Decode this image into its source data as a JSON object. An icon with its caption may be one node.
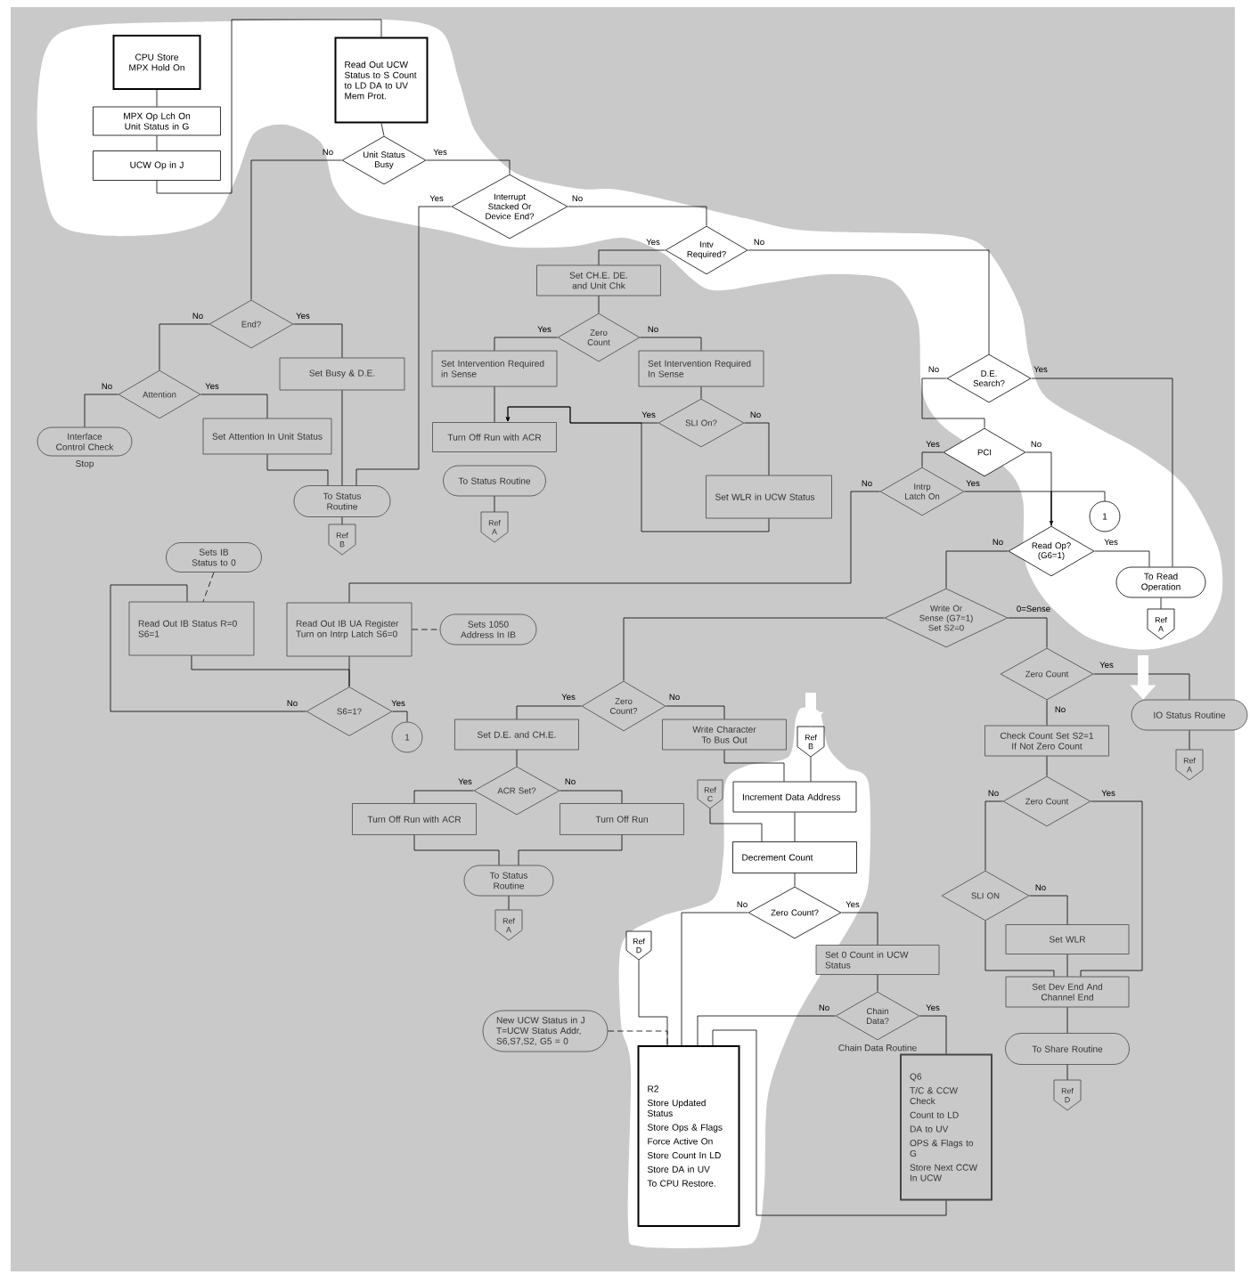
{
  "diagram": {
    "nodes": [
      {
        "text": [
          "CPU Store MPX Hold On"
        ]
      },
      {
        "text": [
          "MPX Op Lch On Unit Status in G"
        ]
      },
      {
        "text": [
          "UCW Op in J"
        ]
      },
      {
        "text": [
          "Read Out UCW Status to S Count to LD DA to UV Mem Prot."
        ]
      },
      {
        "text": [
          "Unit Status Busy"
        ]
      },
      {
        "text": [
          "Interrupt Stacked Or Device End?"
        ]
      },
      {
        "text": [
          "Intv Required?"
        ]
      },
      {
        "text": [
          "End?"
        ]
      },
      {
        "text": [
          "Set CH.E. DE. and Unit Chk"
        ]
      },
      {
        "text": [
          "Zero Count"
        ]
      },
      {
        "text": [
          "Set Busy & D.E."
        ]
      },
      {
        "text": [
          "Attention"
        ]
      },
      {
        "text": [
          "Set Intervention Required in Sense"
        ]
      },
      {
        "text": [
          "Set Intervention Required In Sense"
        ]
      },
      {
        "text": [
          "Set Attention In Unit Status"
        ]
      },
      {
        "text": [
          "Interface Control Check"
        ],
        "beside": [
          "Stop"
        ]
      },
      {
        "text": [
          "Turn Off Run with ACR"
        ]
      },
      {
        "text": [
          "SLI On?"
        ]
      },
      {
        "text": [
          "D.E. Search?"
        ]
      },
      {
        "text": [
          "To Status Routine"
        ]
      },
      {
        "text": [
          "To Status Routine"
        ]
      },
      {
        "text": [
          "Set WLR in UCW Status"
        ]
      },
      {
        "text": [
          "PCI"
        ]
      },
      {
        "text": [
          "Intrp Latch On"
        ]
      },
      {
        "text": [
          "Ref B"
        ]
      },
      {
        "text": [
          "Ref A"
        ]
      },
      {
        "text": [
          "1"
        ]
      },
      {
        "text": [
          "Read Op? (G6=1)"
        ]
      },
      {
        "text": [
          "Sets IB Status to 0"
        ]
      },
      {
        "text": [
          "Read Out IB Status R=0 S6=1"
        ]
      },
      {
        "text": [
          "Read Out IB UA Register Turn on Intrp Latch S6=0"
        ]
      },
      {
        "text": [
          "Sets 1050 Address In IB"
        ]
      },
      {
        "text": [
          "To Read Operation"
        ]
      },
      {
        "text": [
          "Ref A"
        ]
      },
      {
        "text": [
          "Write Or Sense (G7=1) Set S2=0"
        ]
      },
      {
        "text": [
          "S6=1?"
        ]
      },
      {
        "text": [
          "1"
        ]
      },
      {
        "text": [
          "Zero Count?"
        ]
      },
      {
        "text": [
          "Zero Count"
        ]
      },
      {
        "text": [
          "IO Status Routine"
        ]
      },
      {
        "text": [
          "Set D.E. and CH.E."
        ]
      },
      {
        "text": [
          "Write Character To Bus Out"
        ]
      },
      {
        "text": [
          "Ref B"
        ]
      },
      {
        "text": [
          "Check Count Set S2=1 If Not Zero Count"
        ]
      },
      {
        "text": [
          "Ref A"
        ]
      },
      {
        "text": [
          "ACR Set?"
        ]
      },
      {
        "text": [
          "Increment Data Address"
        ]
      },
      {
        "text": [
          "Ref C"
        ]
      },
      {
        "text": [
          "Zero Count"
        ]
      },
      {
        "text": [
          "Turn Off Run with ACR"
        ]
      },
      {
        "text": [
          "Turn Off Run"
        ]
      },
      {
        "text": [
          "Decrement Count"
        ]
      },
      {
        "text": [
          "To Status Routine"
        ]
      },
      {
        "text": [
          "SLI ON"
        ]
      },
      {
        "text": [
          "Zero Count?"
        ]
      },
      {
        "text": [
          "Ref A"
        ]
      },
      {
        "text": [
          "Set WLR"
        ]
      },
      {
        "text": [
          "Ref D"
        ]
      },
      {
        "text": [
          "Set 0 Count in UCW Status"
        ]
      },
      {
        "text": [
          "Chain Data?"
        ],
        "beside": [
          "Chain Data Routine"
        ]
      },
      {
        "text": [
          "Set Dev End And Channel End"
        ]
      },
      {
        "text": [
          "New UCW Status in J T=UCW Status Addr, S6,S7,S2, G5 = 0"
        ]
      },
      {
        "text": [
          "To Share Routine"
        ]
      },
      {
        "text": [
          "R2",
          "Store Updated Status",
          "Store Ops & Flags",
          "Force Active On",
          "Store Count In LD",
          "Store DA in UV",
          "To CPU Restore."
        ]
      },
      {
        "text": [
          "Q6",
          "T/C & CCW Check",
          "Count to LD",
          "DA to UV",
          "OPS & Flags to G",
          "Store Next CCW In UCW"
        ]
      },
      {
        "text": [
          "Ref D"
        ]
      }
    ],
    "edges": [
      {
        "from": 0,
        "to": 1,
        "arrow": "none"
      },
      {
        "from": 1,
        "to": 2,
        "arrow": "none"
      },
      {
        "from": 2,
        "to": 3,
        "arrow": "none"
      },
      {
        "from": 3,
        "to": 4,
        "arrow": "none"
      },
      {
        "from": 4,
        "to": 7,
        "arrow": "none",
        "label": "No"
      },
      {
        "from": 4,
        "to": 5,
        "arrow": "none",
        "label": "Yes"
      },
      {
        "from": 5,
        "to": 6,
        "arrow": "none",
        "label": "No"
      },
      {
        "from": 5,
        "to": 19,
        "arrow": "none",
        "label": "Yes"
      },
      {
        "from": 6,
        "to": 8,
        "arrow": "none",
        "label": "Yes"
      },
      {
        "from": 6,
        "to": 18,
        "arrow": "none",
        "label": "No"
      },
      {
        "from": 7,
        "to": 11,
        "arrow": "none",
        "label": "No"
      },
      {
        "from": 7,
        "to": 10,
        "arrow": "none",
        "label": "Yes"
      },
      {
        "from": 8,
        "to": 9,
        "arrow": "none"
      },
      {
        "from": 9,
        "to": 12,
        "arrow": "none",
        "label": "Yes"
      },
      {
        "from": 9,
        "to": 13,
        "arrow": "none",
        "label": "No"
      },
      {
        "from": 11,
        "to": 15,
        "arrow": "none",
        "label": "No"
      },
      {
        "from": 11,
        "to": 14,
        "arrow": "none",
        "label": "Yes"
      },
      {
        "from": 10,
        "to": 19,
        "arrow": "none"
      },
      {
        "from": 14,
        "to": 19,
        "arrow": "none"
      },
      {
        "from": 12,
        "to": 16,
        "arrow": "none"
      },
      {
        "from": 13,
        "to": 17,
        "arrow": "none"
      },
      {
        "from": 21,
        "to": 16,
        "arrow": "to"
      },
      {
        "from": 17,
        "to": 16,
        "arrow": "to",
        "label": "Yes"
      },
      {
        "from": 17,
        "to": 21,
        "arrow": "none",
        "label": "No"
      },
      {
        "from": 20,
        "to": 25,
        "arrow": "none"
      },
      {
        "from": 19,
        "to": 24,
        "arrow": "none"
      },
      {
        "from": 18,
        "to": 22,
        "arrow": "none",
        "label": "No"
      },
      {
        "from": 18,
        "to": 32,
        "arrow": "none",
        "label": "Yes"
      },
      {
        "from": 22,
        "to": 23,
        "arrow": "none",
        "label": "Yes"
      },
      {
        "from": 22,
        "to": 27,
        "arrow": "none",
        "label": "No"
      },
      {
        "from": 23,
        "to": 27,
        "arrow": "none",
        "label": "Yes"
      },
      {
        "from": 26,
        "to": 27,
        "arrow": "to"
      },
      {
        "from": 23,
        "to": 30,
        "arrow": "none",
        "label": "No"
      },
      {
        "from": 27,
        "to": 32,
        "arrow": "none",
        "label": "Yes"
      },
      {
        "from": 27,
        "to": 34,
        "arrow": "none",
        "label": "No"
      },
      {
        "from": 32,
        "to": 33,
        "arrow": "none"
      },
      {
        "from": 28,
        "to": 29,
        "arrow": "none",
        "style": "dashed"
      },
      {
        "from": 30,
        "to": 31,
        "arrow": "none",
        "style": "dashed"
      },
      {
        "from": 29,
        "to": 35,
        "arrow": "none"
      },
      {
        "from": 30,
        "to": 35,
        "arrow": "none"
      },
      {
        "from": 35,
        "to": 29,
        "arrow": "none",
        "label": "No"
      },
      {
        "from": 35,
        "to": 36,
        "arrow": "none",
        "label": "Yes"
      },
      {
        "from": 34,
        "to": 37,
        "arrow": "none"
      },
      {
        "from": 34,
        "to": 38,
        "arrow": "none",
        "label": "0=Sense"
      },
      {
        "from": 37,
        "to": 40,
        "arrow": "none",
        "label": "Yes"
      },
      {
        "from": 37,
        "to": 41,
        "arrow": "none",
        "label": "No"
      },
      {
        "from": 38,
        "to": 39,
        "arrow": "none",
        "label": "Yes"
      },
      {
        "from": 38,
        "to": 43,
        "arrow": "none",
        "label": "No"
      },
      {
        "from": 39,
        "to": 44,
        "arrow": "none"
      },
      {
        "from": 41,
        "to": 46,
        "arrow": "none"
      },
      {
        "from": 42,
        "to": 46,
        "arrow": "none"
      },
      {
        "from": 46,
        "to": 51,
        "arrow": "none"
      },
      {
        "from": 47,
        "to": 51,
        "arrow": "none"
      },
      {
        "from": 40,
        "to": 45,
        "arrow": "none"
      },
      {
        "from": 45,
        "to": 49,
        "arrow": "none",
        "label": "Yes"
      },
      {
        "from": 45,
        "to": 50,
        "arrow": "none",
        "label": "No"
      },
      {
        "from": 49,
        "to": 52,
        "arrow": "none"
      },
      {
        "from": 50,
        "to": 52,
        "arrow": "none"
      },
      {
        "from": 52,
        "to": 55,
        "arrow": "none"
      },
      {
        "from": 43,
        "to": 48,
        "arrow": "none"
      },
      {
        "from": 48,
        "to": 53,
        "arrow": "none",
        "label": "No"
      },
      {
        "from": 48,
        "to": 60,
        "arrow": "none",
        "label": "Yes"
      },
      {
        "from": 53,
        "to": 60,
        "arrow": "none"
      },
      {
        "from": 53,
        "to": 56,
        "arrow": "none",
        "label": "No"
      },
      {
        "from": 56,
        "to": 60,
        "arrow": "none"
      },
      {
        "from": 51,
        "to": 54,
        "arrow": "none"
      },
      {
        "from": 54,
        "to": 63,
        "arrow": "none",
        "label": "No"
      },
      {
        "from": 54,
        "to": 58,
        "arrow": "none",
        "label": "Yes"
      },
      {
        "from": 58,
        "to": 59,
        "arrow": "none"
      },
      {
        "from": 59,
        "to": 63,
        "arrow": "none",
        "label": "No"
      },
      {
        "from": 59,
        "to": 64,
        "arrow": "none",
        "label": "Yes"
      },
      {
        "from": 64,
        "to": 63,
        "arrow": "none"
      },
      {
        "from": 57,
        "to": 63,
        "arrow": "none"
      },
      {
        "from": 61,
        "to": 63,
        "arrow": "none",
        "style": "dashed"
      },
      {
        "from": 60,
        "to": 62,
        "arrow": "none"
      },
      {
        "from": 62,
        "to": 65,
        "arrow": "none"
      },
      {
        "from": null,
        "to": 42,
        "arrow": "to",
        "style": "thick",
        "color": "#ffffff"
      },
      {
        "from": null,
        "to": 39,
        "arrow": "to",
        "style": "thick",
        "color": "#ffffff"
      }
    ]
  }
}
